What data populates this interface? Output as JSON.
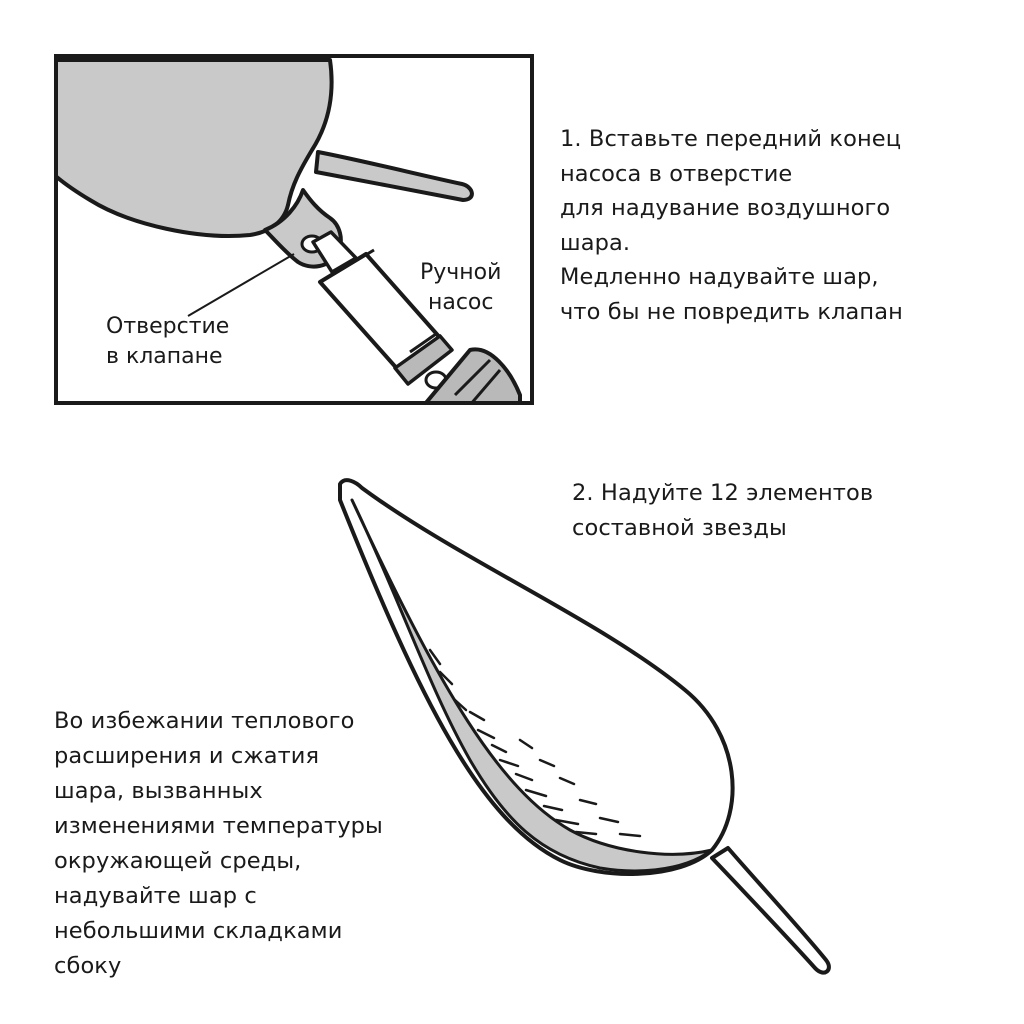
{
  "step1": {
    "lines": [
      "1. Вставьте передний конец",
      "насоса в отверстие",
      "для надувание воздушного",
      "шара.",
      "Медленно надувайте шар,",
      "что бы не повредить клапан"
    ]
  },
  "step1_illustration": {
    "pump_label": [
      "Ручной",
      "насос"
    ],
    "valve_label": [
      "Отверстие",
      "в клапане"
    ]
  },
  "step2": {
    "lines": [
      "2. Надуйте 12 элементов",
      "составной звезды"
    ]
  },
  "note": {
    "lines": [
      "Во избежании теплового",
      "расширения и сжатия",
      "шара, вызванных",
      "изменениями температуры",
      "окружающей среды,",
      "надувайте шар с",
      "небольшими складками",
      "сбоку"
    ]
  },
  "colors": {
    "outline": "#1a1a1a",
    "balloon_fill": "#c9c9c9",
    "background": "#ffffff"
  }
}
